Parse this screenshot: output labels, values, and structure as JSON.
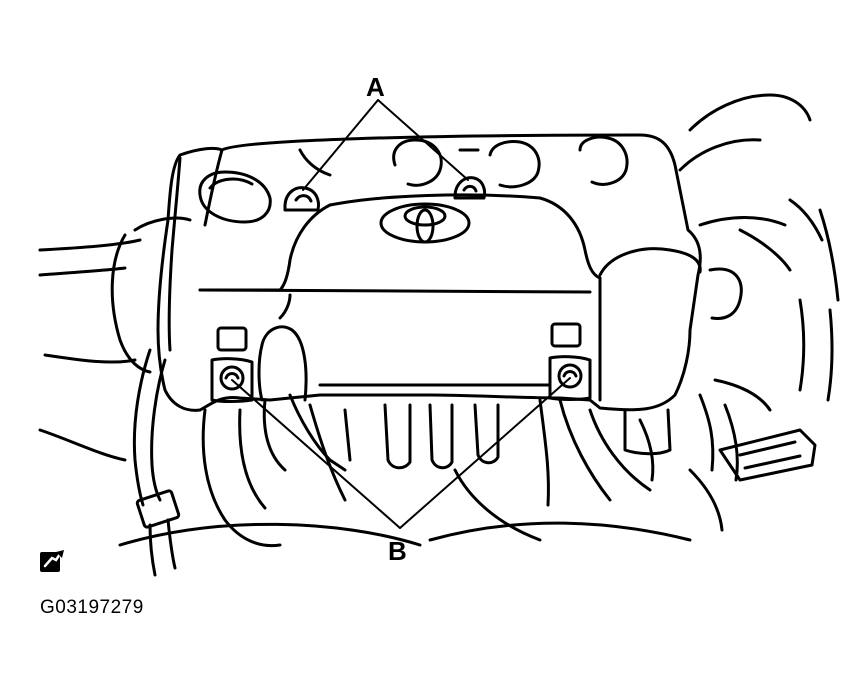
{
  "diagram": {
    "callouts": {
      "a": "A",
      "b": "B"
    },
    "figure_code": "G03197279",
    "icons": {
      "reference": "wrench-note-icon"
    },
    "colors": {
      "ink": "#000000",
      "paper": "#ffffff"
    }
  }
}
